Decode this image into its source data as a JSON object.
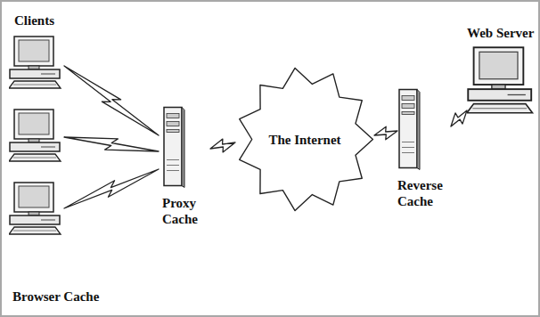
{
  "diagram": {
    "nodes": [
      {
        "text": [
          "Proxy Cache"
        ]
      },
      {
        "text": [
          "The Internet"
        ]
      },
      {
        "text": [
          "Reverse Cache"
        ]
      },
      {
        "text": [
          "Web Server"
        ]
      }
    ],
    "edges": [
      {
        "from": 0,
        "to": 1,
        "arrow": "none"
      },
      {
        "from": 1,
        "to": 2,
        "arrow": "none"
      },
      {
        "from": 2,
        "to": 3,
        "arrow": "none"
      }
    ],
    "labels": [
      "Clients",
      "Browser Cache"
    ]
  }
}
